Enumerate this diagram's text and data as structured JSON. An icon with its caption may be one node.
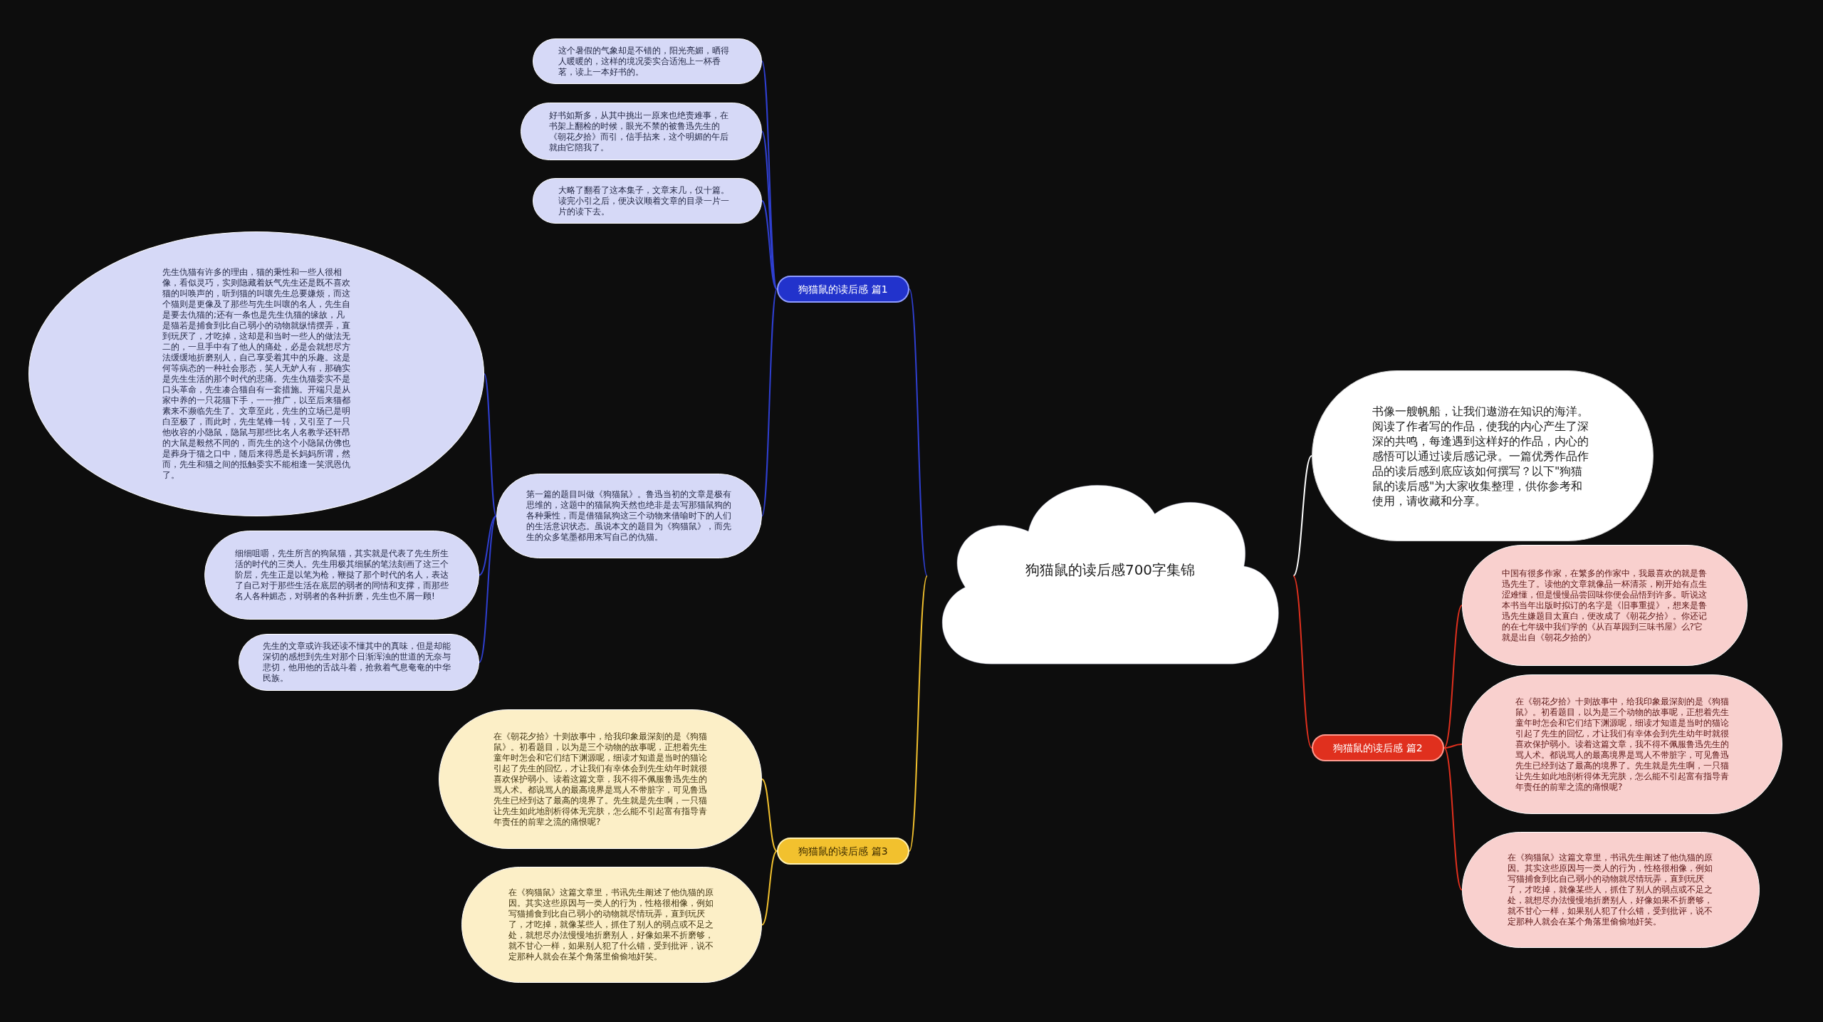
{
  "diagram": {
    "nodes": [
      {
        "text": [
          "狗猫鼠的读后感700字集锦"
        ]
      },
      {
        "text": [
          "书像一艘帆船，让我们遨游在知识的海洋。阅读了作者写的作品，使我的内心产生了深深的共鸣，每逢遇到这样好的作品，内心的感悟可以通过读后感记录。一篇优秀作品作品的读后感到底应该如何撰写？以下\"狗猫鼠的读后感\"为大家收集整理，供你参考和使用，请收藏和分享。"
        ]
      },
      {
        "text": [
          "狗猫鼠的读后感 篇1"
        ]
      },
      {
        "text": [
          "这个暑假的气象却是不错的，阳光亮媚，晒得人暖暖的，这样的境况委实合适泡上一杯香茗，读上一本好书的。"
        ]
      },
      {
        "text": [
          "好书如斯多，从其中挑出一原来也绝责难事，在书架上翻检的时候，眼光不禁的被鲁迅先生的《朝花夕拾》而引，信手拈来，这个明媚的午后就由它陪我了。"
        ]
      },
      {
        "text": [
          "大略了翻看了这本集子，文章末几，仅十篇。读完小引之后，便决议顺着文章的目录一片一片的读下去。"
        ]
      },
      {
        "text": [
          "第一篇的题目叫做《狗猫鼠》。鲁迅当初的文章是极有思维的，这题中的猫鼠狗天然也绝非是去写那猫鼠狗的各种秉性，而是借猫鼠狗这三个动物来借喻时下的人们的生活意识状态。虽说本文的题目为《狗猫鼠》，而先生的众多笔墨都用来写自己的仇猫。"
        ]
      },
      {
        "text": [
          "先生仇猫有许多的理由，猫的秉性和一些人很相像，看似灵巧，实则隐藏着妖气先生还是既不喜欢猫的叫唤声的，听到猫的叫嚷先生总要嫌烦，而这个猫则是更像及了那些与先生叫嚷的名人，先生自是要去仇猫的;还有一条也是先生仇猫的缘故，凡是猫若是捕食到比自己弱小的动物就纵情摆弄，直到玩厌了，才吃掉，这却是和当时一些人的做法无二的，一旦手中有了他人的痛处，必是会就想尽方法缓缓地折磨别人，自己享受着其中的乐趣。这是何等病态的一种社会形态，笑人无妒人有，那确实是先生生活的那个时代的悲痛。先生仇猫委实不是口头革命，先生凑合猫自有一套措施。开端只是从家中养的一只花猫下手，一一推广，以至后来猫都素来不濒临先生了。文章至此，先生的立场已是明白至极了，而此时，先生笔锋一转，又引至了一只他收容的小隐鼠，隐鼠与那些比名人名教学还轩昂的大鼠是毅然不同的，而先生的这个小隐鼠仿佛也是葬身于猫之口中，随后来得悉是长妈妈所谓，然而，先生和猫之间的抵触委实不能相逢一笑泯恩仇了。"
        ]
      },
      {
        "text": [
          "细细咀嚼，先生所言的狗鼠猫，其实就是代表了先生所生活的时代的三类人。先生用极其细腻的笔法刻画了这三个阶层，先生正是以笔为枪，鞭挞了那个时代的名人，表达了自己对于那些生活在底层的弱者的同情和支撑，而那些名人各种媚态，对弱者的各种折磨，先生也不屑一顾!"
        ]
      },
      {
        "text": [
          "先生的文章或许我还读不懂其中的真味，但是却能深切的感想到先生对那个日渐浑浊的世道的无奈与悲切，他用他的舌战斗着，抢救着气息奄奄的中华民族。"
        ]
      },
      {
        "text": [
          "狗猫鼠的读后感 篇2"
        ]
      },
      {
        "text": [
          "中国有很多作家，在繁多的作家中，我最喜欢的就是鲁迅先生了。读他的文章就像品一杯清茶，刚开始有点生涩难懂，但是慢慢品尝回味你便会品悟到许多。听说这本书当年出版时拟订的名字是《旧事重提》，想来是鲁迅先生嫌题目太直白，便改成了《朝花夕拾》。你还记的在七年级中我们学的《从百草园到三味书屋》么?它就是出自《朝花夕拾的》"
        ]
      },
      {
        "text": [
          "在《朝花夕拾》十则故事中，给我印象最深刻的是《狗猫鼠》。初看题目，以为是三个动物的故事呢，正想着先生童年时怎会和它们结下渊源呢，细读才知道是当时的猫论引起了先生的回忆，才让我们有幸体会到先生幼年时就很喜欢保护弱小。读着这篇文章，我不得不佩服鲁迅先生的骂人术。都说骂人的最高境界是骂人不带脏字，可见鲁迅先生已经到达了最高的境界了。先生就是先生啊，一只猫让先生如此地剖析得体无完肤，怎么能不引起富有指导青年责任的前辈之流的痛恨呢?"
        ]
      },
      {
        "text": [
          "在《狗猫鼠》这篇文章里，书讯先生阐述了他仇猫的原因。其实这些原因与一类人的行为，性格很相像，例如写猫捕食到比自己弱小的动物就尽情玩弄，直到玩厌了，才吃掉，就像某些人，抓住了别人的弱点或不足之处，就想尽办法慢慢地折磨别人，好像如果不折磨够，就不甘心一样，如果别人犯了什么错，受到批评，说不定那种人就会在某个角落里偷偷地奸笑。"
        ]
      },
      {
        "text": [
          "狗猫鼠的读后感 篇3"
        ]
      },
      {
        "text": [
          "在《朝花夕拾》十则故事中，给我印象最深刻的是《狗猫鼠》。初看题目，以为是三个动物的故事呢，正想着先生童年时怎会和它们结下渊源呢，细读才知道是当时的猫论引起了先生的回忆，才让我们有幸体会到先生幼年时就很喜欢保护弱小。读着这篇文章，我不得不佩服鲁迅先生的骂人术。都说骂人的最高境界是骂人不带脏字，可见鲁迅先生已经到达了最高的境界了。先生就是先生啊，一只猫让先生如此地剖析得体无完肤，怎么能不引起富有指导青年责任的前辈之流的痛恨呢?"
        ]
      },
      {
        "text": [
          "在《狗猫鼠》这篇文章里，书讯先生阐述了他仇猫的原因。其实这些原因与一类人的行为，性格很相像，例如写猫捕食到比自己弱小的动物就尽情玩弄，直到玩厌了，才吃掉，就像某些人，抓住了别人的弱点或不足之处，就想尽办法慢慢地折磨别人，好像如果不折磨够，就不甘心一样，如果别人犯了什么错，受到批评，说不定那种人就会在某个角落里偷偷地奸笑。"
        ]
      }
    ],
    "edges": [
      {
        "from": 0,
        "to": 1,
        "arrow": "none",
        "color": "#ffffff"
      },
      {
        "from": 0,
        "to": 2,
        "arrow": "none"
      },
      {
        "from": 2,
        "to": 3,
        "arrow": "none"
      },
      {
        "from": 2,
        "to": 4,
        "arrow": "none"
      },
      {
        "from": 2,
        "to": 5,
        "arrow": "none"
      },
      {
        "from": 2,
        "to": 6,
        "arrow": "none"
      },
      {
        "from": 6,
        "to": 7,
        "arrow": "none"
      },
      {
        "from": 6,
        "to": 8,
        "arrow": "none"
      },
      {
        "from": 6,
        "to": 9,
        "arrow": "none"
      },
      {
        "from": 0,
        "to": 10,
        "arrow": "none",
        "color": "#e0301e"
      },
      {
        "from": 10,
        "to": 11,
        "arrow": "none",
        "color": "#e0301e"
      },
      {
        "from": 10,
        "to": 12,
        "arrow": "none",
        "color": "#e0301e"
      },
      {
        "from": 10,
        "to": 13,
        "arrow": "none",
        "color": "#e0301e"
      },
      {
        "from": 0,
        "to": 14,
        "arrow": "none",
        "color": "#f2c12e"
      },
      {
        "from": 14,
        "to": 15,
        "arrow": "none",
        "color": "#f2c12e"
      },
      {
        "from": 14,
        "to": 16,
        "arrow": "none",
        "color": "#f2c12e"
      }
    ]
  }
}
